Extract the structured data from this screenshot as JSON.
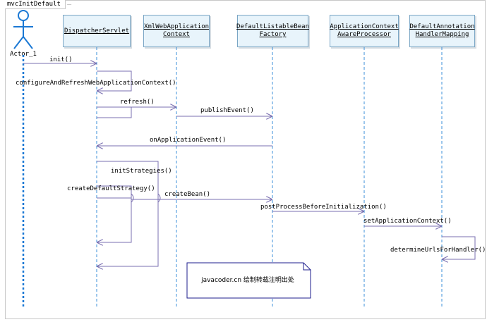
{
  "frame": {
    "title": "mvcInitDefault"
  },
  "actor": {
    "name": "Actor_1"
  },
  "lifelines": [
    {
      "id": "dispatcher",
      "label": "DispatcherServlet"
    },
    {
      "id": "xmlctx",
      "label": "XmlWebApplication\nContext"
    },
    {
      "id": "factory",
      "label": "DefaultListableBean\nFactory"
    },
    {
      "id": "aware",
      "label": "ApplicationContext\nAwareProcessor"
    },
    {
      "id": "mapping",
      "label": "DefaultAnnotation\nHandlerMapping"
    }
  ],
  "messages": {
    "init": "init()",
    "configure": "configureAndRefreshWebApplicationContext()",
    "refresh": "refresh()",
    "publish": "publishEvent()",
    "on_event": "onApplicationEvent()",
    "init_strategies": "initStrategies()",
    "create_default": "createDefaultStrategy()",
    "create_bean": "createBean()",
    "post_process": "postProcessBeforeInitialization()",
    "set_context": "setApplicationContext()",
    "determine_urls": "determineUrlsForHandler()"
  },
  "note": {
    "text": "javacoder.cn 绘制转载注明出处"
  },
  "colors": {
    "actor": "#1a78d4",
    "lifeline": "#3b8fd8",
    "message": "#7a6fb0",
    "box_fill": "#e8f4fb"
  }
}
